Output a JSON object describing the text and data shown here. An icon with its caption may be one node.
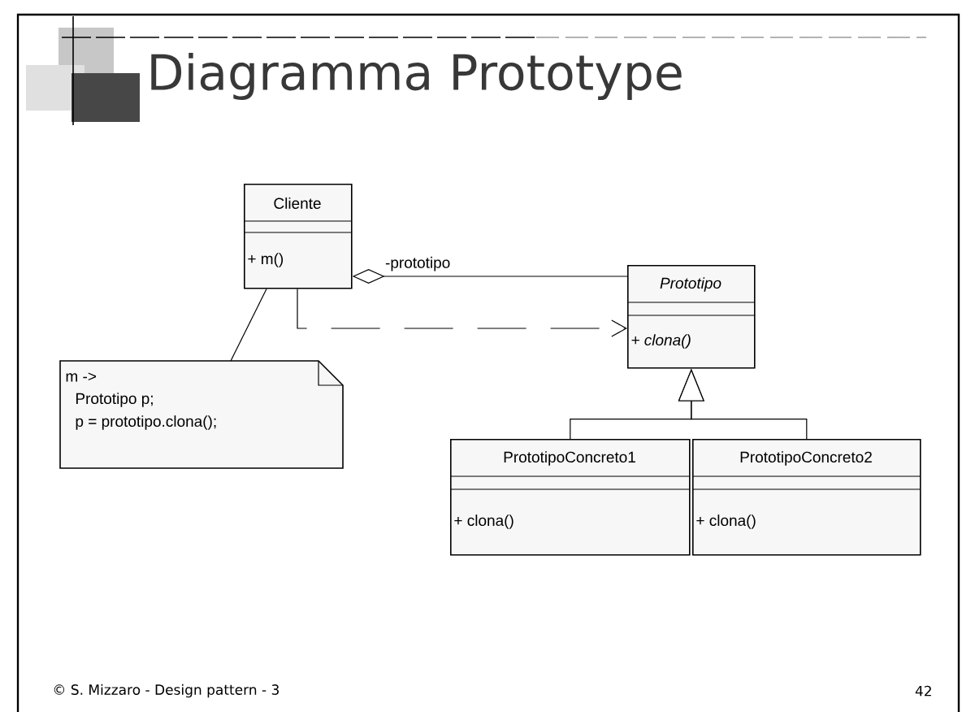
{
  "diagram": {
    "title": "Diagramma Prototype",
    "nodes": [
      {
        "text": [
          "Cliente",
          "+ m()"
        ]
      },
      {
        "text": [
          "Prototipo",
          "+ clona()"
        ]
      },
      {
        "text": [
          "PrototipoConcreto1",
          "+ clona()"
        ]
      },
      {
        "text": [
          "PrototipoConcreto2",
          "+ clona()"
        ]
      },
      {
        "text": [
          "m ->",
          "Prototipo p;",
          "p = prototipo.clona();"
        ]
      }
    ],
    "edges": [
      {
        "from": 0,
        "to": 1,
        "arrow": "other",
        "label": "-prototipo"
      },
      {
        "from": 0,
        "to": 1,
        "arrow": "to",
        "style": "dashed"
      },
      {
        "from": 2,
        "to": 1,
        "arrow": "to"
      },
      {
        "from": 3,
        "to": 1,
        "arrow": "to"
      },
      {
        "from": 4,
        "to": 0,
        "arrow": "none"
      }
    ],
    "labels": [
      "© S. Mizzaro - Design pattern - 3",
      "42"
    ]
  }
}
